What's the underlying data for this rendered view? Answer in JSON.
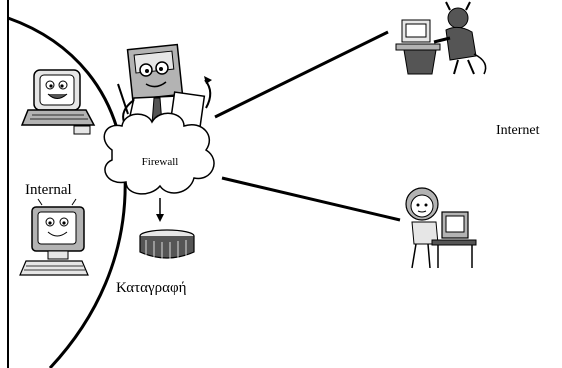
{
  "labels": {
    "internal": "Internal",
    "firewall": "Firewall",
    "internet": "Internet",
    "logging": "Καταγραφή"
  },
  "colors": {
    "stroke": "#000000",
    "background": "#ffffff",
    "shade_light": "#e6e6e6",
    "shade_mid": "#b3b3b3",
    "shade_dark": "#555555"
  },
  "icons": {
    "internal_pc_1": "smiling-laptop-icon",
    "internal_pc_2": "smiling-computer-icon",
    "firewall_guard": "firewall-guard-character-icon",
    "log_storage": "log-drum-icon",
    "attacker": "devil-hacker-at-computer-icon",
    "internet_user": "girl-at-computer-icon"
  }
}
